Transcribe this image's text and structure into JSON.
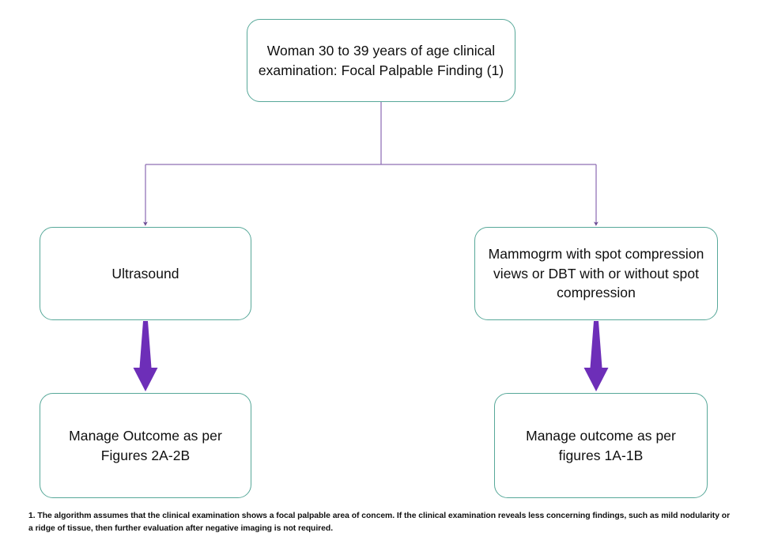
{
  "diagram": {
    "type": "flowchart",
    "orientation": "top-down",
    "colors": {
      "node_border": "#57a899",
      "node_fill": "#ffffff",
      "thin_connector": "#8f6fb5",
      "thick_arrow": "#6d2eb8",
      "text": "#0f0f0f",
      "background": "#ffffff"
    },
    "nodes": [
      {
        "id": "root",
        "label": "Woman 30 to 39 years of age clinical examination: Focal Palpable Finding (1)"
      },
      {
        "id": "ultrasound",
        "label": "Ultrasound"
      },
      {
        "id": "mammogram",
        "label": "Mammogrm with spot compression views or DBT with or without spot compression"
      },
      {
        "id": "manage-left",
        "label": "Manage Outcome as per Figures 2A-2B"
      },
      {
        "id": "manage-right",
        "label": "Manage outcome as per figures 1A-1B"
      }
    ],
    "edges": [
      {
        "from": "root",
        "to": "ultrasound",
        "style": "thin-elbow-arrow"
      },
      {
        "from": "root",
        "to": "mammogram",
        "style": "thin-elbow-arrow"
      },
      {
        "from": "ultrasound",
        "to": "manage-left",
        "style": "thick-tapered-arrow"
      },
      {
        "from": "mammogram",
        "to": "manage-right",
        "style": "thick-tapered-arrow"
      }
    ]
  },
  "footnote": {
    "text": "1. The algorithm assumes that the clinical examination shows a focal palpable area of concem. If the clinical examination reveals less concerning findings, such as mild nodularity or a ridge of tissue, then further evaluation after negative imaging is not required."
  }
}
